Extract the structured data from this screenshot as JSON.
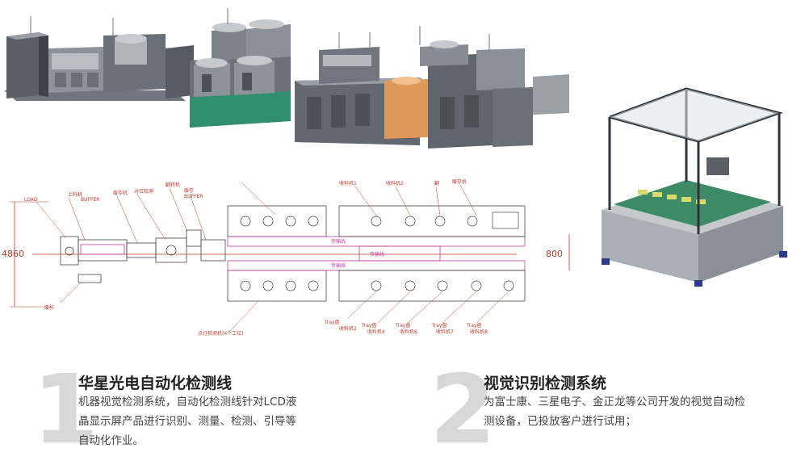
{
  "drawing": {
    "load_label": "LOAD",
    "buffer_label": "BUFFER",
    "buffer_label_small": "BUFFER",
    "dim_left": "4860",
    "dim_right": "800",
    "station_top_labels": [
      "上料机",
      "缓存机",
      "对位检测",
      "翻转机",
      "缓存",
      "收料机1",
      "收料机2",
      "翻",
      "缓存机"
    ],
    "station_bottom_labels": [
      "废料",
      "点灯检测机(4个工位)",
      "收料机2",
      "收料机4",
      "收料机6",
      "收料机7",
      "收料机8"
    ],
    "tray_labels": [
      "Tray盘",
      "Tray盘",
      "Tray盘",
      "Tray盘",
      "Tray盘"
    ],
    "belt_labels": [
      "传输线",
      "传输线",
      "传输线"
    ]
  },
  "features": [
    {
      "number": "1",
      "title": "华星光电自动化检测线",
      "description": "机器视觉检测系统，自动化检测线针对LCD液晶显示屏产品进行识别、测量、检测、引导等自动化作业。"
    },
    {
      "number": "2",
      "title": "视觉识别检测系统",
      "description": "为富士康、三星电子、金正龙等公司开发的视觉自动检测设备，已投放客户进行试用；"
    }
  ]
}
